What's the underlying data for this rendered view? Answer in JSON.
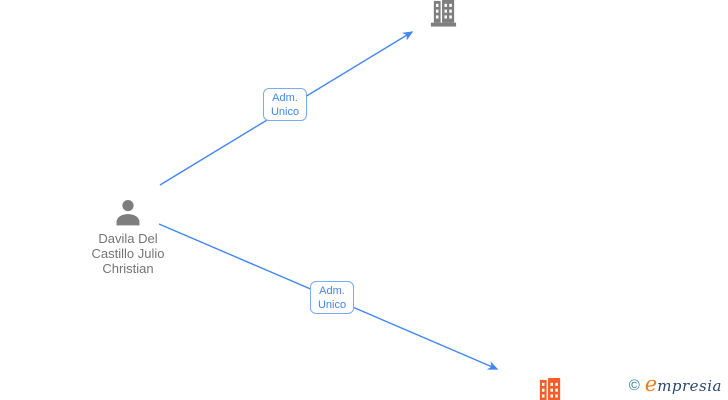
{
  "person": {
    "name_lines": [
      "Davila Del",
      "Castillo Julio",
      "Christian"
    ],
    "full_name": "Davila Del Castillo Julio Christian"
  },
  "edges": [
    {
      "label_lines": [
        "Adm.",
        "Unico"
      ]
    },
    {
      "label_lines": [
        "Adm.",
        "Unico"
      ]
    }
  ],
  "nodes": {
    "company_top": {
      "icon": "building-icon",
      "color": "#7e7e7e"
    },
    "company_bottom": {
      "icon": "building-icon",
      "color": "#f85c27"
    }
  },
  "footer": {
    "copyright_symbol": "©",
    "brand_initial": "e",
    "brand_rest": "mpresia"
  },
  "colors": {
    "edge-blue": "#4285f4",
    "label-border": "#7baaf7",
    "node-gray": "#7e7e7e",
    "text-gray": "#757575",
    "node-orange": "#f85c27",
    "brand-orange": "#ee7d18",
    "brand-navy": "#29476f",
    "copyright-teal": "#2b7d9d"
  }
}
